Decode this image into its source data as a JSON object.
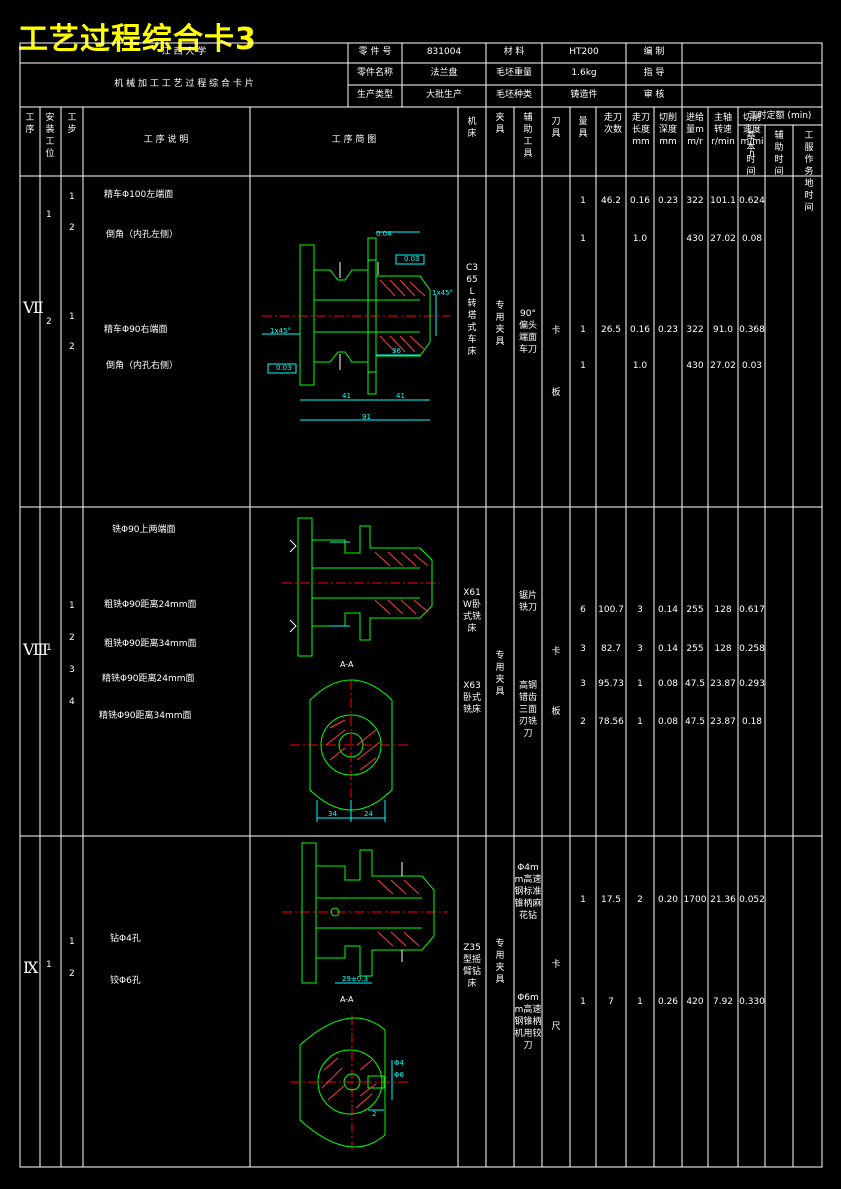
{
  "title": "工艺过程综合卡3",
  "header": {
    "university": "江 西 大 学",
    "card_name": "机 械 加 工 工 艺 过 程 综 合 卡 片",
    "part_no_label": "零 件 号",
    "part_no": "831004",
    "material_label": "材    料",
    "material": "HT200",
    "designer_label": "编    制",
    "part_name_label": "零件名称",
    "part_name": "法兰盘",
    "blank_weight_label": "毛坯重量",
    "blank_weight": "1.6kg",
    "instructor_label": "指    导",
    "production_type_label": "生产类型",
    "production_type": "大批生产",
    "blank_type_label": "毛坯种类",
    "blank_type": "铸造件",
    "reviewer_label": "审    核"
  },
  "columns": {
    "process": "工序",
    "station": "安装工位",
    "step": "工步",
    "step_desc": "工 序 说 明",
    "sketch": "工 序 简 图",
    "machine": "机床",
    "fixture": "夹具",
    "aux_tool": "辅助工具",
    "cutter": "刀具",
    "gauge": "量具",
    "passes": "走刀次数",
    "length": "走刀长度mm",
    "depth": "切削深度mm",
    "feed": "进给量mm/r",
    "spindle": "主轴转速r/min",
    "speed": "切削速度m/min",
    "time_quota": "工时定额 (min)",
    "basic_time": "基本时间",
    "aux_time": "辅助时间",
    "service_time": "工服作务地时间"
  },
  "sections": [
    {
      "roman": "Ⅶ",
      "stations": [
        "1",
        "2"
      ],
      "steps": [
        "1",
        "2",
        "1",
        "2"
      ],
      "descriptions": [
        "精车Φ100左端面",
        "倒角（内孔左侧）",
        "精车Φ90右端面",
        "倒角（内孔右侧）"
      ],
      "machine": "C365L转塔式车床",
      "fixture": "专用夹具",
      "cutter": "90°偏头端面车刀",
      "gauge": "卡板",
      "rows": [
        {
          "passes": "1",
          "length": "46.2",
          "depth": "0.16",
          "feed": "0.23",
          "spindle": "322",
          "speed": "101.1",
          "time": "0.624"
        },
        {
          "passes": "1",
          "length": "",
          "depth": "1.0",
          "feed": "",
          "spindle": "430",
          "speed": "27.02",
          "time": "0.08"
        },
        {
          "passes": "1",
          "length": "26.5",
          "depth": "0.16",
          "feed": "0.23",
          "spindle": "322",
          "speed": "91.0",
          "time": "0.368"
        },
        {
          "passes": "1",
          "length": "",
          "depth": "1.0",
          "feed": "",
          "spindle": "430",
          "speed": "27.02",
          "time": "0.03"
        }
      ],
      "dims": [
        "0.04",
        "0.03",
        "1x45°",
        "1x45°",
        "0.03",
        "36",
        "41",
        "41",
        "91"
      ]
    },
    {
      "roman": "Ⅷ",
      "stations": [
        "1"
      ],
      "steps": [
        "1",
        "2",
        "3",
        "4"
      ],
      "descriptions": [
        "铣Φ90上两端面",
        "粗铣Φ90距离24mm面",
        "粗铣Φ90距离34mm面",
        "精铣Φ90距离24mm面",
        "精铣Φ90距离34mm面"
      ],
      "machine_1": "X61W卧式铣床",
      "machine_2": "X63卧式铣床",
      "fixture": "专用夹具",
      "cutter_1": "锯片铣刀",
      "cutter_2": "高钢错齿三面刃铣刀",
      "gauge": "卡板",
      "rows": [
        {
          "passes": "6",
          "length": "100.7",
          "depth": "3",
          "feed": "0.14",
          "spindle": "255",
          "speed": "128",
          "time": "0.617"
        },
        {
          "passes": "3",
          "length": "82.7",
          "depth": "3",
          "feed": "0.14",
          "spindle": "255",
          "speed": "128",
          "time": "0.258"
        },
        {
          "passes": "3",
          "length": "95.73",
          "depth": "1",
          "feed": "0.08",
          "spindle": "47.5",
          "speed": "23.87",
          "time": "0.293"
        },
        {
          "passes": "2",
          "length": "78.56",
          "depth": "1",
          "feed": "0.08",
          "spindle": "47.5",
          "speed": "23.87",
          "time": "0.18"
        }
      ],
      "section_label": "A-A",
      "dims": [
        "34",
        "24"
      ]
    },
    {
      "roman": "Ⅸ",
      "stations": [
        "1"
      ],
      "steps": [
        "1",
        "2"
      ],
      "descriptions": [
        "钻Φ4孔",
        "铰Φ6孔"
      ],
      "machine": "Z35型摇臂钻床",
      "fixture": "专用夹具",
      "cutter_1": "Φ4mm高速钢标准锥柄麻花钻",
      "cutter_2": "Φ6mm高速钢锥柄机用铰刀",
      "gauge": "卡尺",
      "rows": [
        {
          "passes": "1",
          "length": "17.5",
          "depth": "2",
          "feed": "0.20",
          "spindle": "1700",
          "speed": "21.36",
          "time": "0.052"
        },
        {
          "passes": "1",
          "length": "7",
          "depth": "1",
          "feed": "0.26",
          "spindle": "420",
          "speed": "7.92",
          "time": "0.330"
        }
      ],
      "section_label": "A-A",
      "dims": [
        "29±0.3",
        "2",
        "Φ4",
        "Φ6"
      ]
    }
  ],
  "colors": {
    "bg": "#000000",
    "line": "#ffffff",
    "title": "#ffff00",
    "part": "#00ff00",
    "dim": "#00ffff",
    "axis": "#ff0000",
    "hatch": "#ff3b3b"
  }
}
